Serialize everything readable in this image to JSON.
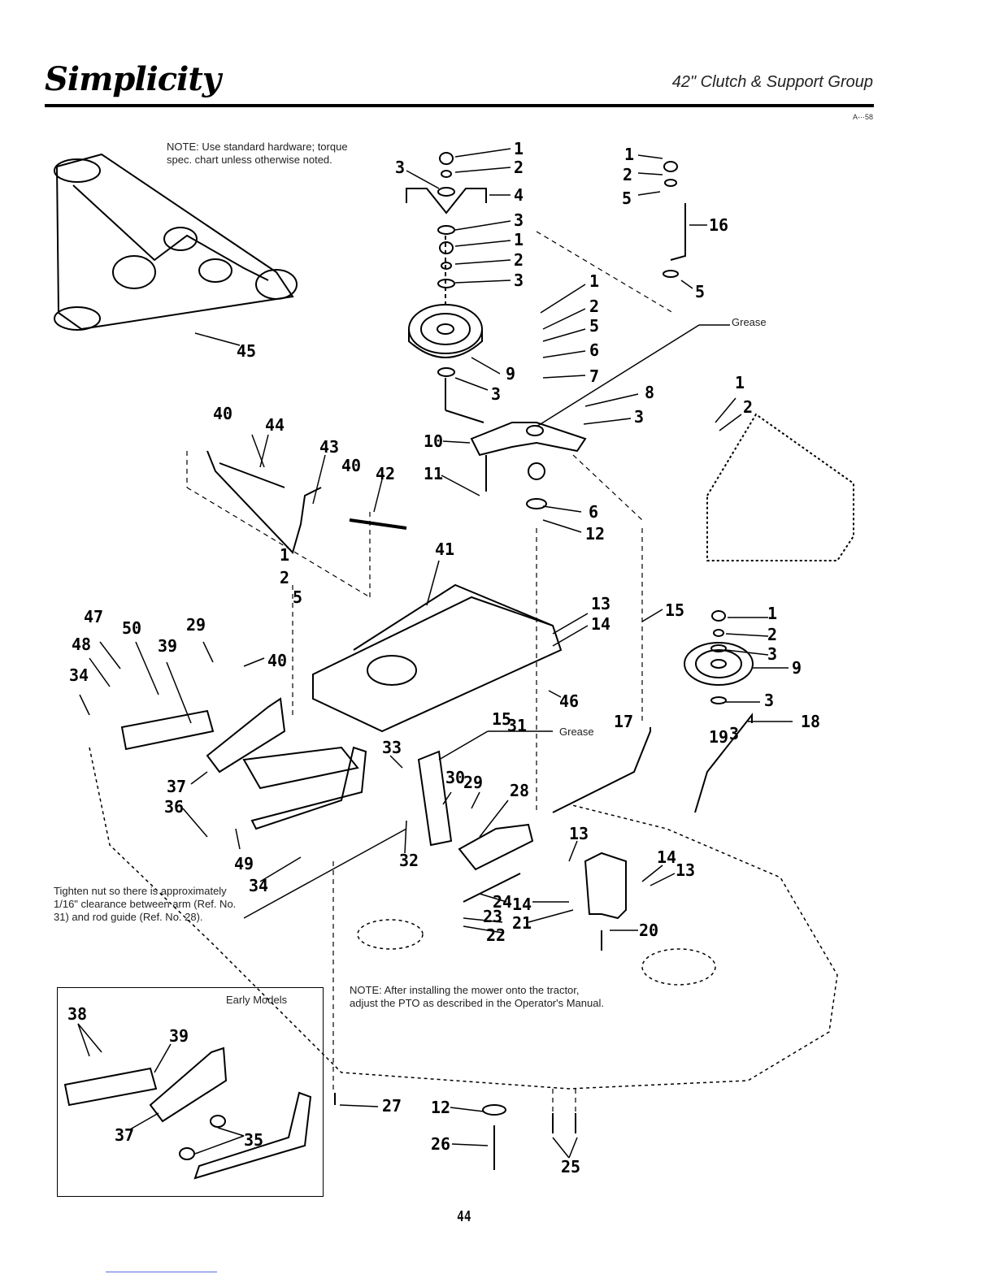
{
  "header": {
    "brand": "Simplicity",
    "title": "42\" Clutch & Support Group",
    "doc_ref": "A-··58"
  },
  "notes": {
    "hardware": "NOTE: Use standard hardware; torque spec. chart unless otherwise noted.",
    "tighten": "Tighten nut so there is approximately 1/16\" clearance between arm (Ref. No. 31) and rod guide (Ref. No. 28).",
    "pto": "NOTE: After installing the mower onto the tractor, adjust the PTO as described in the Operator's Manual."
  },
  "inset": {
    "title": "Early Models"
  },
  "grease_label": "Grease",
  "callouts": [
    {
      "id": "c1a",
      "text": "1"
    },
    {
      "id": "c2a",
      "text": "2"
    },
    {
      "id": "c3a",
      "text": "3"
    },
    {
      "id": "c4",
      "text": "4"
    },
    {
      "id": "c3b",
      "text": "3"
    },
    {
      "id": "c1b",
      "text": "1"
    },
    {
      "id": "c2b",
      "text": "2"
    },
    {
      "id": "c3c",
      "text": "3"
    },
    {
      "id": "c9a",
      "text": "9"
    },
    {
      "id": "c3d",
      "text": "3"
    },
    {
      "id": "c1c",
      "text": "1"
    },
    {
      "id": "c2c",
      "text": "2"
    },
    {
      "id": "c5a",
      "text": "5"
    },
    {
      "id": "c16",
      "text": "16"
    },
    {
      "id": "c5b",
      "text": "5"
    },
    {
      "id": "c1d",
      "text": "1"
    },
    {
      "id": "c2d",
      "text": "2"
    },
    {
      "id": "c5c",
      "text": "5"
    },
    {
      "id": "c6a",
      "text": "6"
    },
    {
      "id": "c7",
      "text": "7"
    },
    {
      "id": "c8",
      "text": "8"
    },
    {
      "id": "c3e",
      "text": "3"
    },
    {
      "id": "c10",
      "text": "10"
    },
    {
      "id": "c11",
      "text": "11"
    },
    {
      "id": "c6b",
      "text": "6"
    },
    {
      "id": "c12a",
      "text": "12"
    },
    {
      "id": "c1e",
      "text": "1"
    },
    {
      "id": "c2e",
      "text": "2"
    },
    {
      "id": "c45",
      "text": "45"
    },
    {
      "id": "c40a",
      "text": "40"
    },
    {
      "id": "c44",
      "text": "44"
    },
    {
      "id": "c43",
      "text": "43"
    },
    {
      "id": "c40b",
      "text": "40"
    },
    {
      "id": "c42",
      "text": "42"
    },
    {
      "id": "c41",
      "text": "41"
    },
    {
      "id": "c1f",
      "text": "1"
    },
    {
      "id": "c2f",
      "text": "2"
    },
    {
      "id": "c5d",
      "text": "5"
    },
    {
      "id": "c13a",
      "text": "13"
    },
    {
      "id": "c14a",
      "text": "14"
    },
    {
      "id": "c15a",
      "text": "15"
    },
    {
      "id": "c1g",
      "text": "1"
    },
    {
      "id": "c2g",
      "text": "2"
    },
    {
      "id": "c3f",
      "text": "3"
    },
    {
      "id": "c9b",
      "text": "9"
    },
    {
      "id": "c3g",
      "text": "3"
    },
    {
      "id": "c47",
      "text": "47"
    },
    {
      "id": "c50",
      "text": "50"
    },
    {
      "id": "c29a",
      "text": "29"
    },
    {
      "id": "c48",
      "text": "48"
    },
    {
      "id": "c39a",
      "text": "39"
    },
    {
      "id": "c40c",
      "text": "40"
    },
    {
      "id": "c34a",
      "text": "34"
    },
    {
      "id": "c46",
      "text": "46"
    },
    {
      "id": "c15b",
      "text": "15"
    },
    {
      "id": "c31",
      "text": "31"
    },
    {
      "id": "c17",
      "text": "17"
    },
    {
      "id": "c18",
      "text": "18"
    },
    {
      "id": "c19",
      "text": "19"
    },
    {
      "id": "c3h",
      "text": "3"
    },
    {
      "id": "c33",
      "text": "33"
    },
    {
      "id": "c30",
      "text": "30"
    },
    {
      "id": "c29b",
      "text": "29"
    },
    {
      "id": "c28",
      "text": "28"
    },
    {
      "id": "c37a",
      "text": "37"
    },
    {
      "id": "c36",
      "text": "36"
    },
    {
      "id": "c49",
      "text": "49"
    },
    {
      "id": "c34b",
      "text": "34"
    },
    {
      "id": "c32",
      "text": "32"
    },
    {
      "id": "c13b",
      "text": "13"
    },
    {
      "id": "c14b",
      "text": "14"
    },
    {
      "id": "c13c",
      "text": "13"
    },
    {
      "id": "c24",
      "text": "24"
    },
    {
      "id": "c14c",
      "text": "14"
    },
    {
      "id": "c23",
      "text": "23"
    },
    {
      "id": "c22",
      "text": "22"
    },
    {
      "id": "c21",
      "text": "21"
    },
    {
      "id": "c20",
      "text": "20"
    },
    {
      "id": "c38",
      "text": "38"
    },
    {
      "id": "c39b",
      "text": "39"
    },
    {
      "id": "c37b",
      "text": "37"
    },
    {
      "id": "c35",
      "text": "35"
    },
    {
      "id": "c27",
      "text": "27"
    },
    {
      "id": "c12b",
      "text": "12"
    },
    {
      "id": "c26",
      "text": "26"
    },
    {
      "id": "c25",
      "text": "25"
    }
  ],
  "page_number": "44"
}
